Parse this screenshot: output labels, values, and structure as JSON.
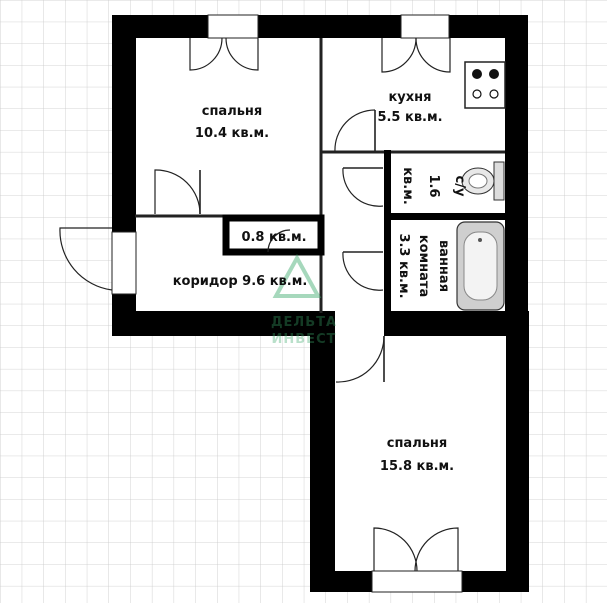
{
  "rooms": {
    "bedroom_top": {
      "name": "спальня",
      "area": "10.4 кв.м."
    },
    "kitchen": {
      "name": "кухня",
      "area": "5.5 кв.м."
    },
    "wc": {
      "name": "с/у",
      "area_value": "1.6",
      "area_unit": "кв.м."
    },
    "closet": {
      "area": "0.8 кв.м."
    },
    "corridor": {
      "label": "коридор 9.6 кв.м."
    },
    "bathroom": {
      "name": "ванная",
      "name2": "комната",
      "area": "3.3 кв.м."
    },
    "bedroom_bottom": {
      "name": "спальня",
      "area": "15.8 кв.м."
    }
  },
  "watermark": {
    "line1": "ДЕЛЬТА",
    "line2": "ИНВЕСТ"
  },
  "colors": {
    "wall": "#000000",
    "grid": "#c8c8c8",
    "watermark": "#3aa86b"
  }
}
